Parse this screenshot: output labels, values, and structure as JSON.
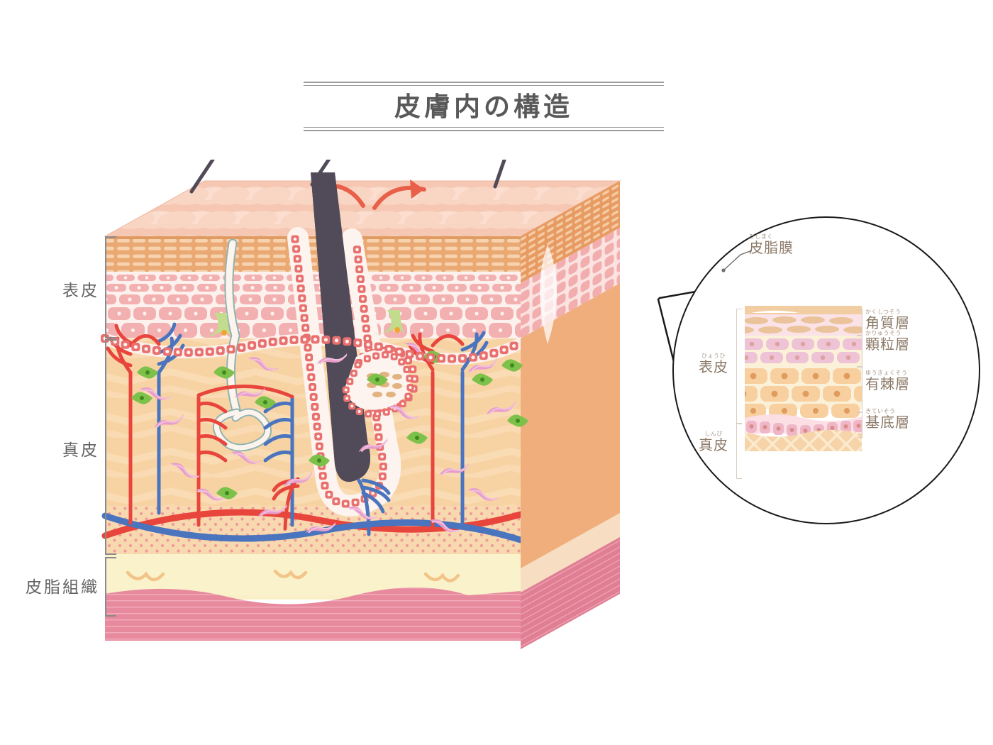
{
  "title": "皮膚内の構造",
  "main_diagram": {
    "layer_labels": [
      {
        "id": "epidermis",
        "text": "表皮"
      },
      {
        "id": "dermis",
        "text": "真皮"
      },
      {
        "id": "subcutaneous",
        "text": "皮脂組織"
      }
    ],
    "features": {
      "hairs": 4,
      "surface_arrows": 2,
      "sweat_gland": "sweat-gland",
      "hair_follicle": "hair-follicle",
      "sebaceous_gland": "sebaceous-gland",
      "artery_color": "#e8453c",
      "vein_color": "#4a74bd"
    }
  },
  "magnifier": {
    "callout_label": {
      "furigana": "ひしまく",
      "kanji": "皮脂膜"
    },
    "left_labels": [
      {
        "furigana": "ひょうひ",
        "kanji": "表皮"
      },
      {
        "furigana": "しんぴ",
        "kanji": "真皮"
      }
    ],
    "right_labels": [
      {
        "furigana": "かくしつそう",
        "kanji": "角質層"
      },
      {
        "furigana": "かりゅうそう",
        "kanji": "顆粒層"
      },
      {
        "furigana": "ゆうきょくそう",
        "kanji": "有棘層"
      },
      {
        "furigana": "きていそう",
        "kanji": "基底層"
      }
    ]
  },
  "colors": {
    "surface_skin": "#f7c9b5",
    "stratum_corneum": "#e8a36a",
    "epidermis_cell": "#f3b0b0",
    "basal_cell": "#e8706e",
    "dermis": "#f6d4a6",
    "fat": "#f9f0c8",
    "muscle": "#e88a9e",
    "title_gray": "#595959",
    "label_gray": "#636363",
    "magnifier_label": "#8d7a68"
  }
}
